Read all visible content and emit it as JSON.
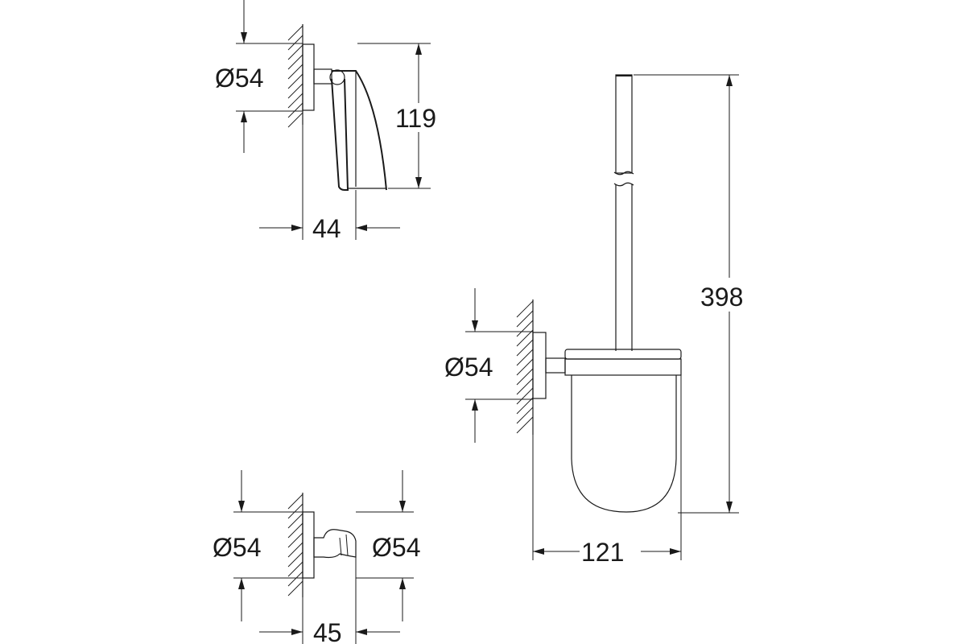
{
  "drawing": {
    "paper_holder": {
      "wall_diameter": "Ø54",
      "height": "119",
      "depth": "44"
    },
    "brush_holder": {
      "wall_diameter": "Ø54",
      "height": "398",
      "width": "121"
    },
    "hook": {
      "wall_diameter": "Ø54",
      "front_diameter": "Ø54",
      "depth": "45"
    }
  }
}
